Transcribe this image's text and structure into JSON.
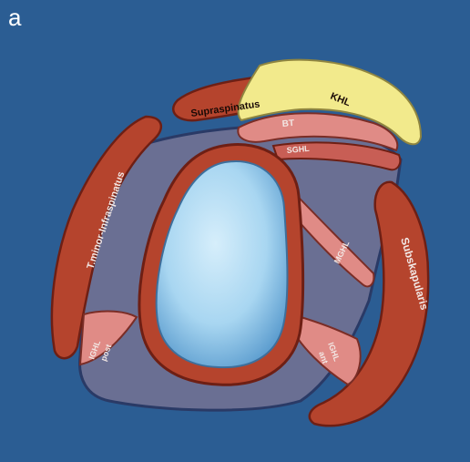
{
  "panel_letter": "a",
  "labels": {
    "supraspinatus": "Supraspinatus",
    "khl": "KHL",
    "bt": "BT",
    "sghl": "SGHL",
    "mghl": "MGHL",
    "teres_infraspinatus": "T.minor-Infraspinatus",
    "subskapularis": "Subskapularis",
    "ighl_post_1": "IGHL",
    "ighl_post_2": "post",
    "ighl_ant_1": "IGHL",
    "ighl_ant_2": "ant"
  },
  "colors": {
    "background": "#2b5d93",
    "capsule": "#6a6f93",
    "muscle": "#b5442d",
    "ligament": "#e08b86",
    "khl": "#f2ea8c",
    "glenoid": "#9bd0ef"
  }
}
